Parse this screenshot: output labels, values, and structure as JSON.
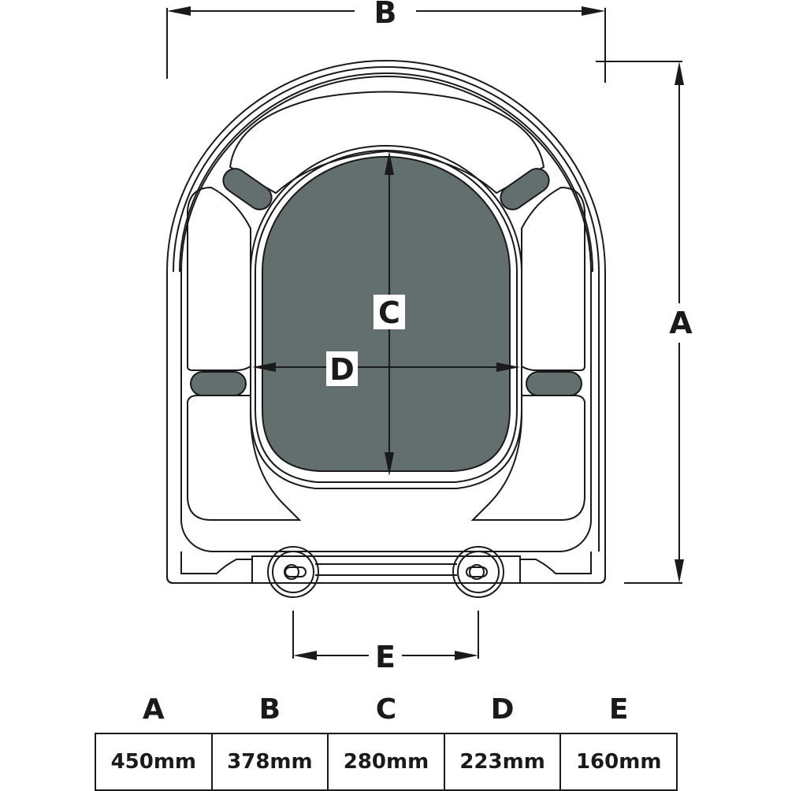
{
  "diagram": {
    "labels": {
      "a": "A",
      "b": "B",
      "c": "C",
      "d": "D",
      "e": "E"
    },
    "colors": {
      "line": "#1a1a1a",
      "seat_fill": "#636e6e",
      "background": "#ffffff"
    }
  },
  "table": {
    "headers": [
      "A",
      "B",
      "C",
      "D",
      "E"
    ],
    "values": [
      "450mm",
      "378mm",
      "280mm",
      "223mm",
      "160mm"
    ]
  }
}
